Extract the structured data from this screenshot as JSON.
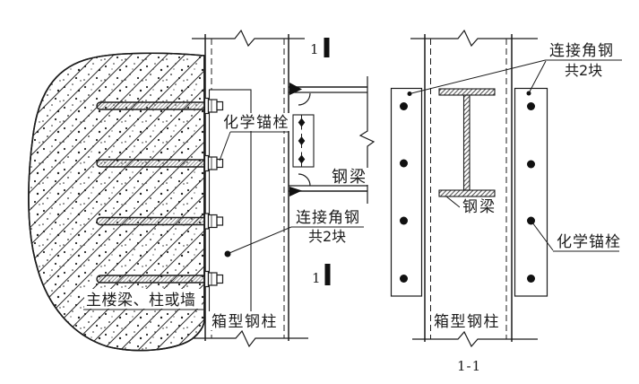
{
  "colors": {
    "line": "#1c1c1c",
    "background": "#ffffff"
  },
  "left_view": {
    "section_marker_label": "1",
    "labels": {
      "anchor_bolt": "化学锚栓",
      "angle_steel_line1": "连接角钢",
      "angle_steel_line2": "共2块",
      "steel_beam": "钢梁",
      "concrete_member": "主楼梁、柱或墙",
      "box_column": "箱型钢柱"
    }
  },
  "section_view": {
    "view_title": "1-1",
    "labels": {
      "angle_steel_line1": "连接角钢",
      "angle_steel_line2": "共2块",
      "steel_beam": "钢梁",
      "anchor_bolt": "化学锚栓",
      "box_column": "箱型钢柱"
    }
  }
}
